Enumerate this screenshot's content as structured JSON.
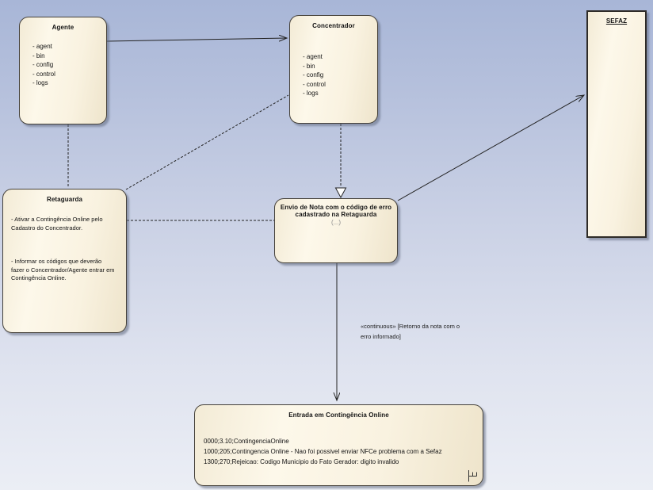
{
  "colors": {
    "background_top": "#a8b6d7",
    "background_bottom": "#ebeef5",
    "node_fill_light": "#fdf8ea",
    "node_fill_dark": "#eee4cb",
    "node_border": "#45413a",
    "connector": "#222222",
    "subtitle_gray": "#8a8a8a"
  },
  "nodes": {
    "agente": {
      "title": "Agente",
      "items": [
        "- agent",
        "- bin",
        "- config",
        "- control",
        "- logs"
      ]
    },
    "concentrador": {
      "title": "Concentrador",
      "items": [
        "- agent",
        "- bin",
        "- config",
        "- control",
        "- logs"
      ]
    },
    "sefaz": {
      "title": "SEFAZ"
    },
    "retaguarda": {
      "title": "Retaguarda",
      "paragraph1": "- Ativar a Contingência Online pelo Cadastro do Concentrador.",
      "paragraph2": "- Informar os códigos que deverão fazer o Concentrador/Agente entrar em Contingência Online."
    },
    "envio": {
      "title": "Envio de Nota com o código de erro cadastrado na Retaguarda",
      "subtitle": "(...)"
    },
    "entrada": {
      "title": "Entrada em Contingência Online",
      "codes": [
        "0000;3.10;ContingenciaOnline",
        "1000;205;Contingencia Online - Nao foi possivel enviar NFCe problema com a Sefaz",
        "1300;270;Rejeicao: Codigo Municipio do Fato Gerador: digito invalido"
      ]
    }
  },
  "labels": {
    "continuous_line1": "«continuous» [Retorno da nota com o",
    "continuous_line2": "erro informado]"
  }
}
